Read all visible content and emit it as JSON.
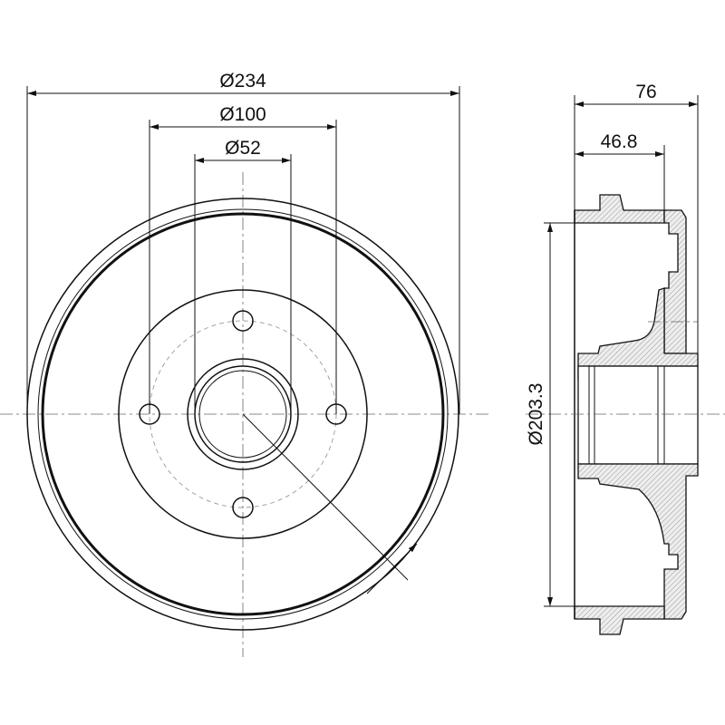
{
  "front_view": {
    "dim_outer": "Ø234",
    "dim_bolt_circle": "Ø100",
    "dim_center_bore": "Ø52"
  },
  "side_view": {
    "dim_total_width": "76",
    "dim_hub_offset": "46.8",
    "dim_braking_diameter": "Ø203.3"
  }
}
